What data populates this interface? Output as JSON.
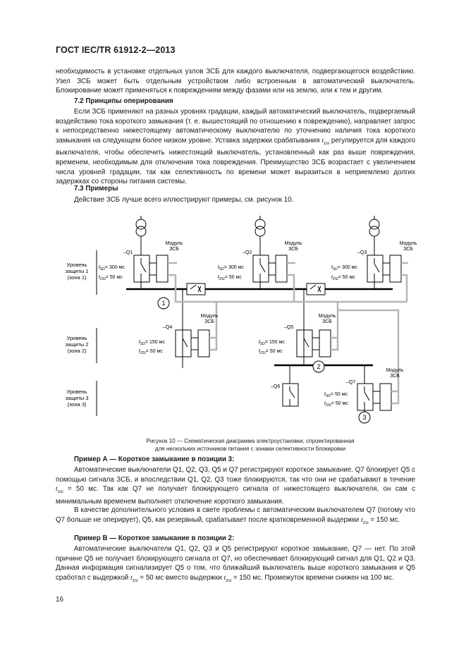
{
  "header": {
    "doc_id": "ГОСТ IEC/TR 61912-2—2013"
  },
  "intro_paragraph": "необходимость в установке отдельных узлов ЗСБ для каждого выключателя, подвергающегося воздействию. Узел ЗСБ может быть отдельным устройством либо встроенным в автоматический выключатель. Блокирование может применяться к повреждениям между фазами или на землю, или к тем и другим.",
  "section_72": {
    "title": "7.2 Принципы оперирования",
    "p1_a": "Если ЗСБ применяют на разных уровнях градации, каждый автоматический выключатель, подвергаемый воздействию тока короткого замыкания (т. е. вышестоящий по отношению к повреждению), направляет запрос к непосредственно нижестоящему автоматическому выключателю по уточнению наличия тока короткого замыкания на следующем более низком уровне. Уставка задержки срабатывания ",
    "t": "t",
    "zsi": "zsi",
    "p1_b": " регулируется для каждого выключателя, чтобы обеспечить нижестоящий выключатель, установленный как раз выше повреждения, временем, необходимым для отключения тока повреждения. Преимущество ЗСБ возрастает с увеличением числа уровней градации, так как селективность по времени может выразиться в неприемлемо долгих задержках со стороны питания системы."
  },
  "section_73": {
    "title": "7.3 Примеры",
    "p1": "Действие ЗСБ лучше всего иллюстрируют примеры, см. рисунок 10."
  },
  "diagram": {
    "module": "Модуль",
    "zsb": "ЗСБ",
    "levels": [
      {
        "l1": "Уровень",
        "l2": "защиты 1",
        "l3": "(зона 1)"
      },
      {
        "l1": "Уровень",
        "l2": "защиты 2",
        "l3": "(зона 2)"
      },
      {
        "l1": "Уровень",
        "l2": "защиты 3",
        "l3": "(зона 3)"
      }
    ],
    "breakers": {
      "q1": {
        "name": "–Q1",
        "tsd": "= 300 мс",
        "tzsi": "= 50 мс"
      },
      "q2": {
        "name": "–Q2",
        "tsd": "= 300 мс",
        "tzsi": "= 50 мс"
      },
      "q3": {
        "name": "–Q3",
        "tsd": "= 300 мс",
        "tzsi": "= 50 мс"
      },
      "q4": {
        "name": "–Q4",
        "tsd": "= 150 мс",
        "tzsi": "= 50 мс"
      },
      "q5": {
        "name": "–Q5",
        "tsd": "= 150 мс",
        "tzsi": "= 50 мс"
      },
      "q6": {
        "name": "–Q6"
      },
      "q7": {
        "name": "–Q7",
        "tsd": "= 50 мс",
        "tzsi": "= 50 мс"
      }
    },
    "t": "t",
    "sd": "SD",
    "zsi": "ZSI",
    "faults": [
      "1",
      "2",
      "3"
    ]
  },
  "caption": {
    "line1": "Рисунок 10 — Схематическая диаграмма электроустановки, спроектированная",
    "line2": "для нескольких источников питания с зонами селективности блокировки"
  },
  "example_a": {
    "title": "Пример А — Короткое замыкание в позиции 3:",
    "p1_a": "Автоматические выключатели Q1, Q2, Q3, Q5 и Q7 регистрируют короткое замыкание. Q7 блокирует Q5 с помощью сигнала ЗСБ, и впоследствии Q1, Q2, Q3 тоже блокируются, так что они не срабатывают в течение ",
    "p1_b": " = 50 мс. Так как Q7 не получает блокирующего сигнала от нижестоящего выключателя, он сам с минимальным временем выполняет отключение короткого замыкания.",
    "p2_a": "В качестве дополнительного условия в свете проблемы с автоматическим выключателем Q7 (потому что Q7 больше не оперирует), Q5, как резервный, срабатывает после кратковременной выдержки ",
    "p2_b": " = 150 мс."
  },
  "example_b": {
    "title": "Пример В — Короткое замыкание в позиции 2:",
    "p1_a": "Автоматические выключатели Q1, Q2, Q3 и Q5 регистрируют короткое замыкание, Q7 — нет. По этой причине Q5 не получает блокирующего сигнала от Q7, но обеспечивает блокирующий сигнал для Q1, Q2 и Q3. Данная информация сигнализирует Q5 о том, что ближайший выключатель выше короткого замыкания и Q5 сработал с выдержкой ",
    "p1_b": " = 50 мс вместо выдержки ",
    "p1_c": " = 150 мс. Промежуток времени снижен на 100 мс."
  },
  "page_number": "16"
}
